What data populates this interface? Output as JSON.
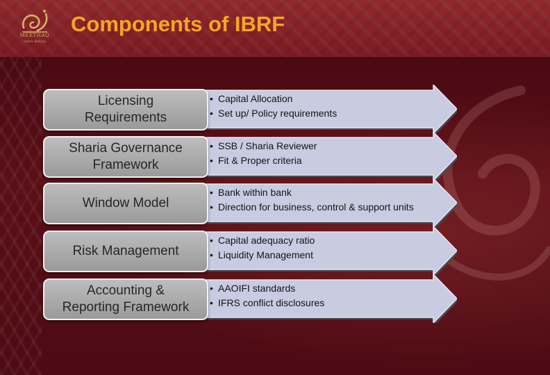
{
  "title": "Components of IBRF",
  "logo": {
    "name": "MEETHAQ",
    "tagline": "Islamic Banking"
  },
  "components": [
    {
      "label": "Licensing\nRequirements",
      "bullets": [
        "Capital Allocation",
        "Set up/ Policy requirements"
      ]
    },
    {
      "label": "Sharia Governance\nFramework",
      "bullets": [
        "SSB / Sharia Reviewer",
        "Fit & Proper criteria"
      ]
    },
    {
      "label": "Window Model",
      "bullets": [
        "Bank within bank",
        "Direction for business, control & support units"
      ]
    },
    {
      "label": "Risk Management",
      "bullets": [
        "Capital adequacy ratio",
        "Liquidity Management"
      ]
    },
    {
      "label": "Accounting &\nReporting Framework",
      "bullets": [
        "AAOIFI standards",
        "IFRS conflict disclosures"
      ]
    }
  ],
  "colors": {
    "title": "#f5a623",
    "background": "#5b0f17",
    "box": "#a8a8a8",
    "arrow": "#c9cbe0"
  }
}
